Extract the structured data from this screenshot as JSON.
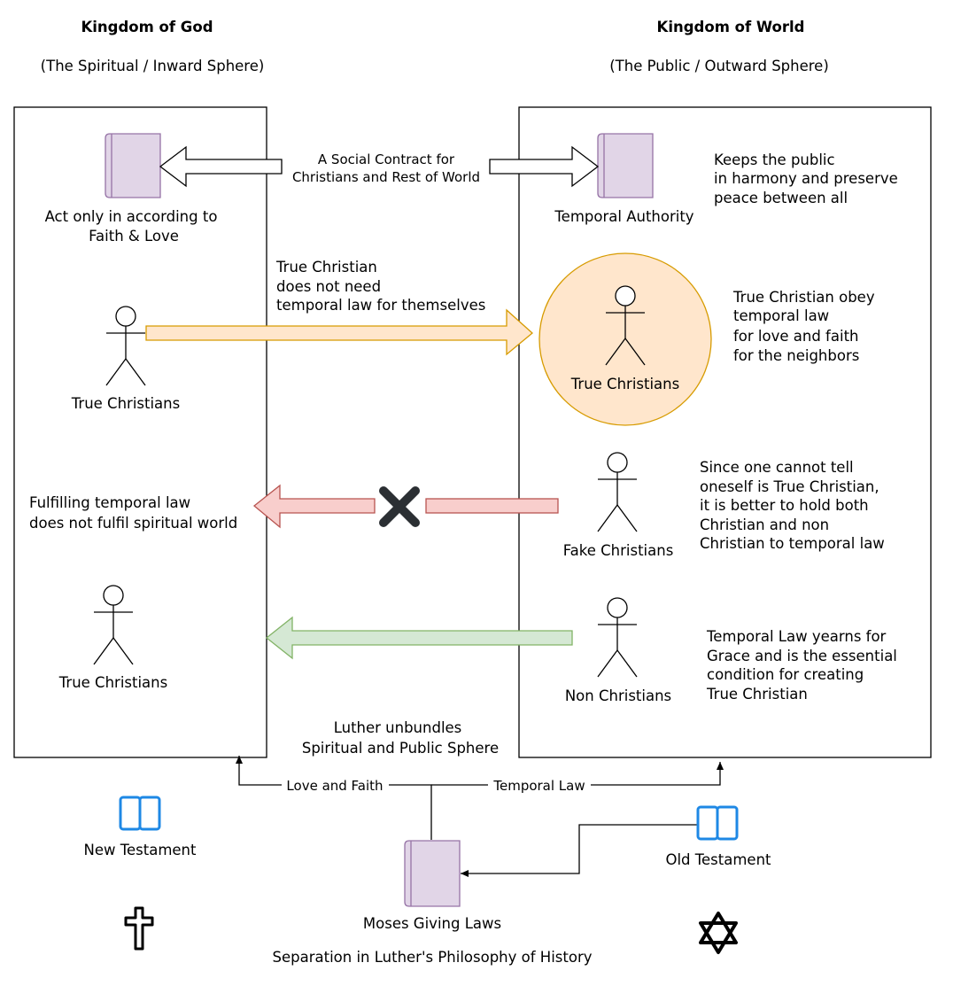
{
  "left_header": {
    "title": "Kingdom of God",
    "subtitle": "(The Spiritual / Inward Sphere)"
  },
  "right_header": {
    "title": "Kingdom of World",
    "subtitle": "(The Public / Outward Sphere)"
  },
  "contract": {
    "line1": "A Social Contract for",
    "line2": "Christians and Rest of World"
  },
  "left_book_label": {
    "line1": "Act only in according to",
    "line2": "Faith & Love"
  },
  "temporal_authority": {
    "label": "Temporal Authority",
    "note": [
      "Keeps the public",
      "in harmony and preserve",
      "peace between all"
    ]
  },
  "true_christian_note": [
    "True Christian",
    "does not need",
    "temporal law for themselves"
  ],
  "left_true_christians_1": "True Christians",
  "circle_true_christians": "True Christians",
  "circle_note": [
    "True Christian obey",
    "temporal law",
    "for love and faith",
    "for the neighbors"
  ],
  "fulfilling_note": [
    "Fulfilling temporal law",
    "does not fulfil spiritual world"
  ],
  "fake_christians": {
    "label": "Fake Christians",
    "note": [
      "Since one cannot tell",
      "oneself is True Christian,",
      "it is better to hold both",
      "Christian and non",
      "Christian to temporal law"
    ]
  },
  "left_true_christians_2": "True Christians",
  "non_christians": {
    "label": "Non Christians",
    "note": [
      "Temporal Law yearns for",
      "Grace and is the essential",
      "condition for creating",
      "True Christian"
    ]
  },
  "unbundle_note": [
    "Luther unbundles",
    "Spiritual and Public Sphere"
  ],
  "edge_love": "Love and Faith",
  "edge_temporal": "Temporal Law",
  "new_testament": "New Testament",
  "old_testament": "Old Testament",
  "moses": "Moses Giving Laws",
  "caption": "Separation in Luther's Philosophy of History",
  "colors": {
    "book_fill": "#e1d5e7",
    "book_stroke": "#9673a6",
    "orange_fill": "#ffe6cc",
    "orange_stroke": "#d79b00",
    "red_fill": "#f8cecc",
    "red_stroke": "#b85450",
    "green_fill": "#d5e8d4",
    "green_stroke": "#82b366",
    "blue_icon": "#1e88e5",
    "dark_x": "#2b2f33"
  },
  "icons": [
    "book-icon",
    "open-book-icon",
    "stick-figure-icon",
    "cross-icon",
    "star-of-david-icon",
    "close-x-icon"
  ]
}
